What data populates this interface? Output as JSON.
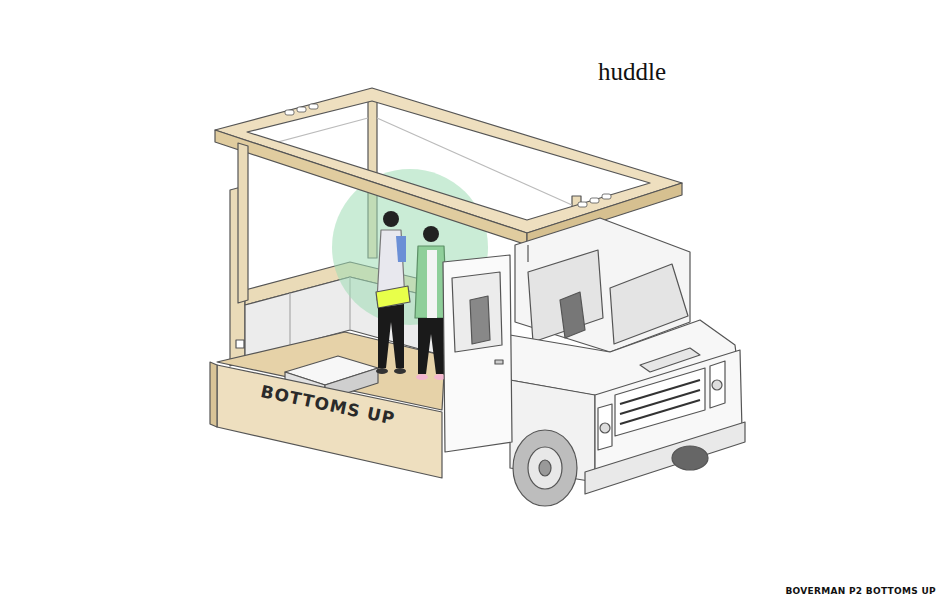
{
  "diagram": {
    "title": "huddle",
    "caption": "BOVERMAN P2 BOTTOMS UP",
    "labels": [
      "BOTTOMS UP"
    ]
  }
}
